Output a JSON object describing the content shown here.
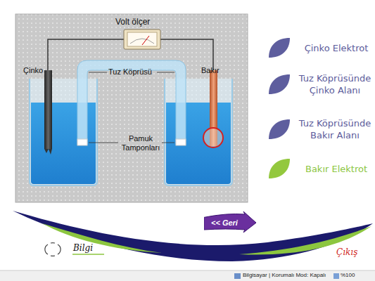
{
  "diagram": {
    "nodes": [
      {
        "text": [
          "Çinko Elektrot"
        ]
      },
      {
        "text": [
          "Tuz Köprüsünde Çinko Alanı"
        ]
      },
      {
        "text": [
          "Tuz Köprüsünde Bakır Alanı"
        ]
      },
      {
        "text": [
          "Bakır Elektrot"
        ]
      },
      {
        "text": [
          "<< Geri"
        ]
      }
    ],
    "labels": [
      "Volt ölçer",
      "Çinko",
      "Tuz Köprüsü",
      "Bakır",
      "Pamuk Tamponları",
      "Bilgi",
      "Çıkış",
      "Bilgisayar | Korumalı Mod: Kapalı",
      "%100"
    ]
  }
}
